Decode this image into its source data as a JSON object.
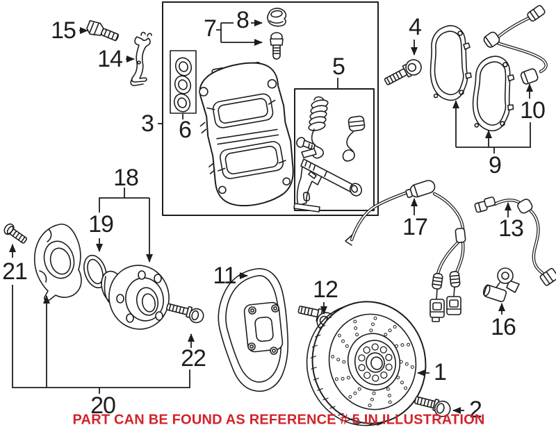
{
  "diagram": {
    "note": "PART CAN BE FOUND AS REFERENCE # 5 IN ILLUSTRATION",
    "colors": {
      "line": "#1d1d1d",
      "note": "#d2232a",
      "background": "#ffffff"
    },
    "callouts": {
      "n1": "1",
      "n2": "2",
      "n3": "3",
      "n4": "4",
      "n5": "5",
      "n6": "6",
      "n7": "7",
      "n8": "8",
      "n9": "9",
      "n10": "10",
      "n11": "11",
      "n12": "12",
      "n13": "13",
      "n14": "14",
      "n15": "15",
      "n16": "16",
      "n17": "17",
      "n18": "18",
      "n19": "19",
      "n20": "20",
      "n21": "21",
      "n22": "22"
    }
  }
}
